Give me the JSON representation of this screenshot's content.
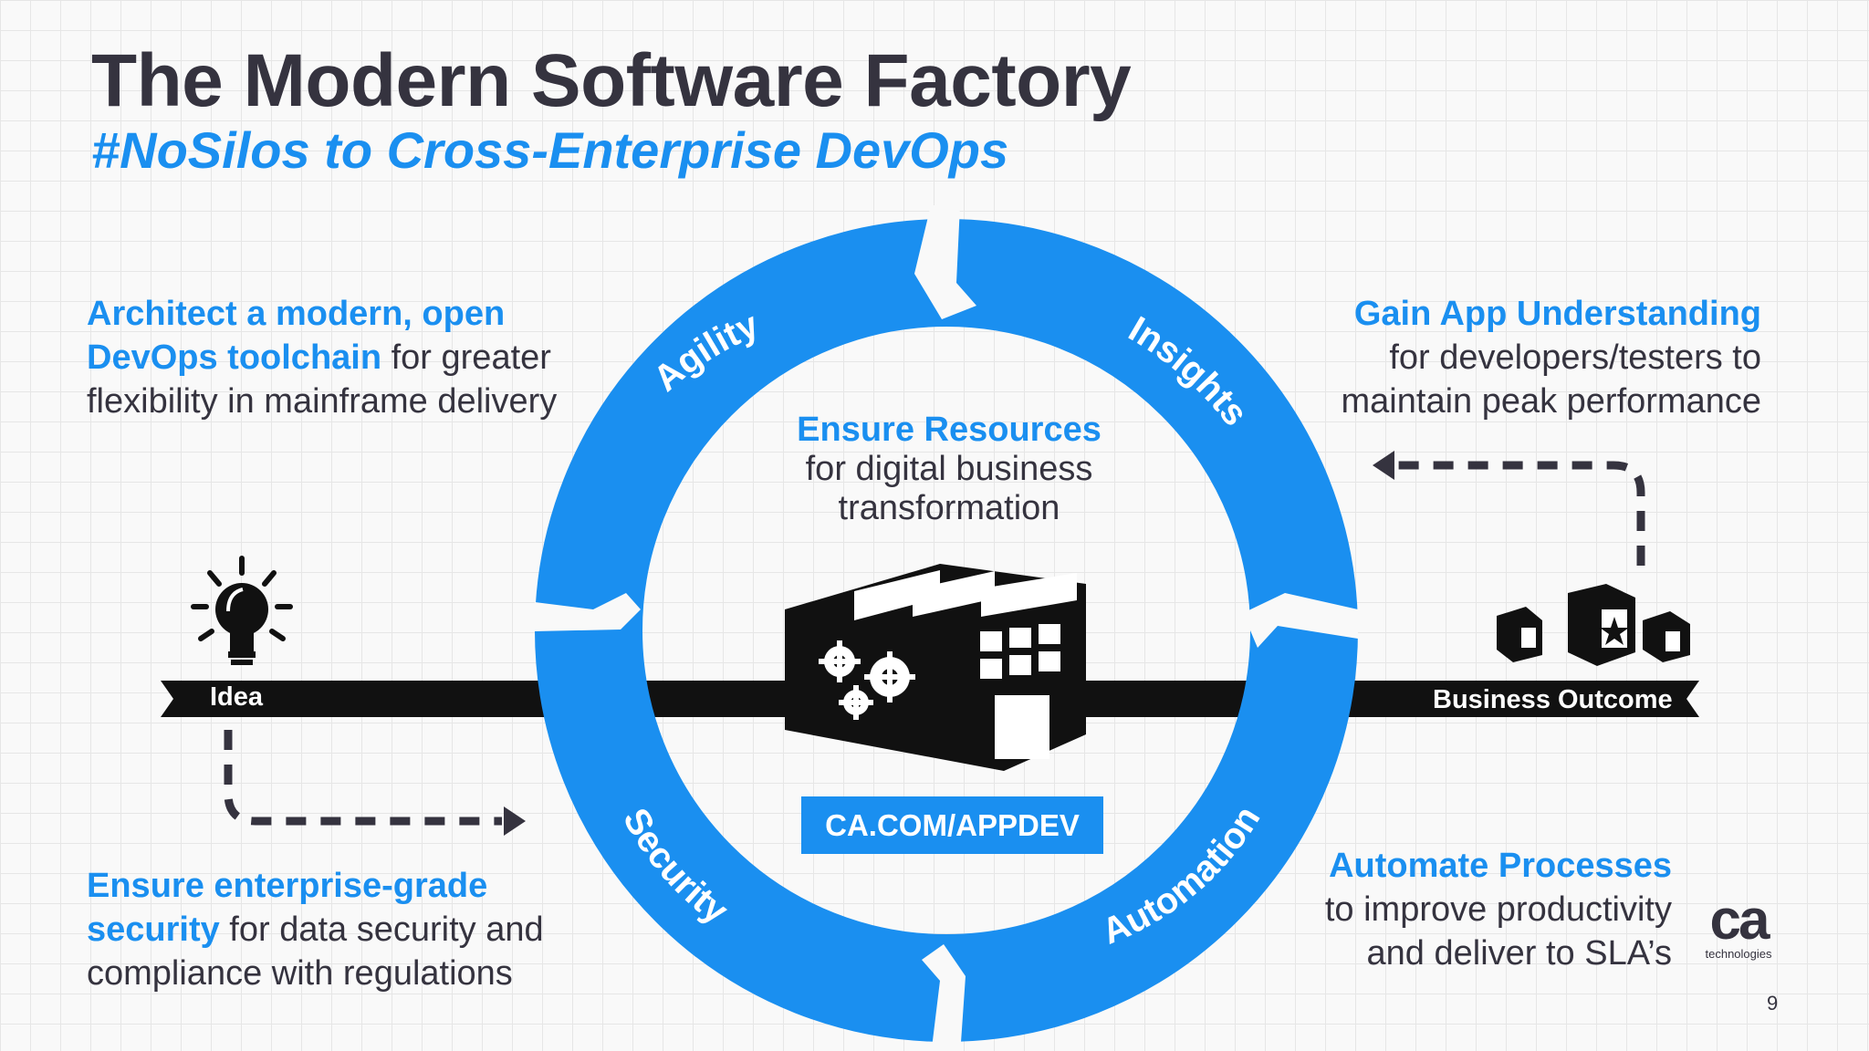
{
  "title": "The Modern Software Factory",
  "subtitle": "#NoSilos to Cross-Enterprise DevOps",
  "cycle": {
    "segments": [
      "Agility",
      "Insights",
      "Automation",
      "Security"
    ]
  },
  "center": {
    "heading": "Ensure Resources",
    "line1": "for digital business",
    "line2": "transformation"
  },
  "callouts": {
    "top_left": {
      "highlight": "Architect a modern, open DevOps toolchain",
      "rest": " for greater flexibility in mainframe delivery"
    },
    "top_right": {
      "highlight": "Gain App Understanding",
      "line1": "for developers/testers to",
      "line2": "maintain peak performance"
    },
    "bottom_left": {
      "highlight": "Ensure enterprise-grade security",
      "rest": " for data security and compliance with regulations"
    },
    "bottom_right": {
      "highlight": "Automate Processes",
      "line1": "to improve productivity",
      "line2": "and deliver to SLA’s"
    }
  },
  "timeline": {
    "start_label": "Idea",
    "end_label": "Business Outcome"
  },
  "url_button": "CA.COM/APPDEV",
  "logo": {
    "mark": "ca",
    "word": "technologies"
  },
  "page_number": "9",
  "colors": {
    "accent": "#1a8ff0",
    "dark": "#35333f",
    "black": "#111111"
  },
  "icons": [
    "lightbulb-icon",
    "factory-icon",
    "gear-icon",
    "boxes-icon",
    "arrow-icon"
  ]
}
